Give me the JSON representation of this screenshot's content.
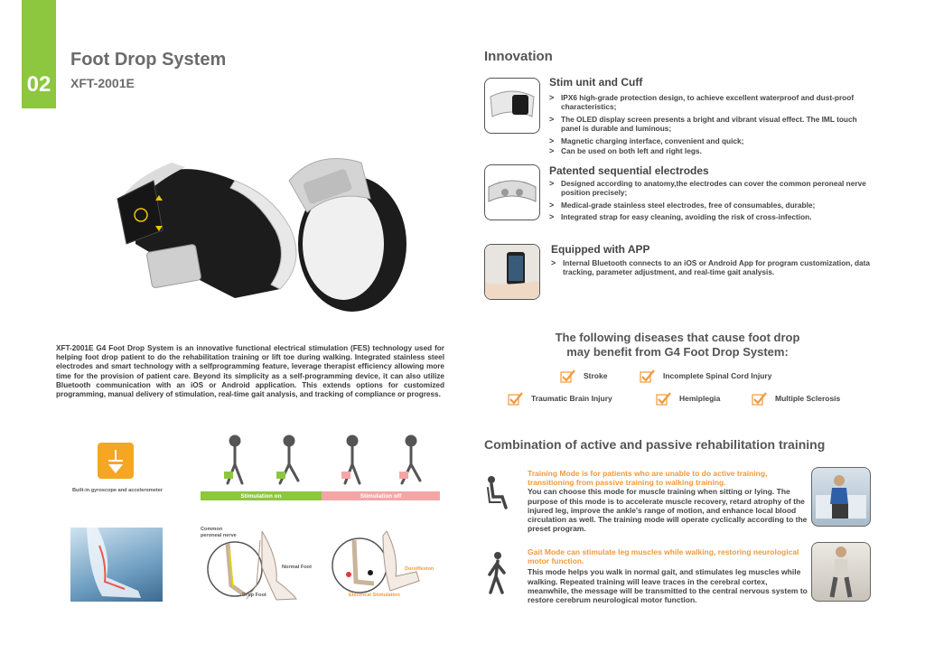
{
  "section_number": "02",
  "product": {
    "title": "Foot Drop System",
    "model": "XFT-2001E"
  },
  "intro_text": "XFT-2001E G4 Foot Drop System is an innovative functional electrical stimulation (FES) technology used for helping foot drop patient to do the rehabilitation training or lift toe during walking. Integrated stainless steel electrodes and smart technology with a selfprogramming feature, leverage therapist efficiency allowing more time for the provision of patient care. Beyond its simplicity as a self-programming device, it can also utilize Bluetooth communication with an iOS or Android application. This extends options for customized programming, manual delivery of stimulation, real-time gait analysis, and tracking of compliance or progress.",
  "innovation": {
    "heading": "Innovation",
    "features": [
      {
        "title": "Stim unit and Cuff",
        "icon": "device-unit-thumbnail",
        "bullets": [
          "IPX6 high-grade protection design, to achieve excellent waterproof and dust-proof characteristics;",
          "The OLED display screen presents a bright and vibrant visual effect. The IML touch panel is durable and luminous;",
          "Magnetic charging interface, convenient and quick;",
          "Can be used on both left and right legs."
        ]
      },
      {
        "title": "Patented sequential electrodes",
        "icon": "electrode-cuff-thumbnail",
        "bullets": [
          "Designed according to anatomy,the electrodes can cover the common peroneal nerve position precisely;",
          "Medical-grade stainless steel electrodes, free of consumables, durable;",
          "Integrated strap for easy cleaning, avoiding the risk of cross-infection."
        ]
      },
      {
        "title": "Equipped with APP",
        "icon": "phone-app-thumbnail",
        "bullets": [
          "Internal Bluetooth connects to an iOS or Android App for program customization, data tracking, parameter adjustment, and real-time gait analysis."
        ]
      }
    ]
  },
  "diseases": {
    "title_line1": "The following diseases that cause foot drop",
    "title_line2": "may benefit from G4 Foot Drop System:",
    "items": [
      "Stroke",
      "Incomplete Spinal Cord Injury",
      "Traumatic Brain Injury",
      "Hemiplegia",
      "Multiple Sclerosis"
    ]
  },
  "diagram": {
    "gyro_label": "Built-in gyroscope and accelerometer",
    "stim_on": "Stimulation on",
    "stim_off": "Stimulation off",
    "common_nerve_line1": "Common",
    "common_nerve_line2": "peroneal nerve",
    "normal_foot": "Normal Foot",
    "drop_foot": "Drop Foot",
    "dorsiflexion": "Dorsiflexion",
    "electrical_stimulation": "Electrical Stimulation"
  },
  "rehab": {
    "heading": "Combination of active and passive rehabilitation training",
    "modes": [
      {
        "highlight": "Training Mode is for patients who are unable to do active training, transitioning from passive training to walking training.",
        "body": "You can choose this mode for muscle training when sitting or lying. The purpose of this mode is to accelerate muscle recovery, retard atrophy of the injured leg, improve the ankle's range of motion, and enhance local blood circulation as well. The training mode will operate cyclically according to the preset program.",
        "icon": "sitting-person-icon"
      },
      {
        "highlight": "Gait Mode can stimulate leg muscles while walking, restoring neurological motor function.",
        "body": "This mode helps you walk in normal gait, and stimulates leg muscles while walking. Repeated training will leave traces in the cerebral cortex, meanwhile, the message will be transmitted to the central nervous system to restore cerebrum neurological motor function.",
        "icon": "walking-person-icon"
      }
    ]
  },
  "colors": {
    "accent_green": "#8dc63f",
    "accent_orange": "#f2993a",
    "stim_off_pink": "#f4a6a6",
    "gyro_orange": "#f5a623"
  }
}
